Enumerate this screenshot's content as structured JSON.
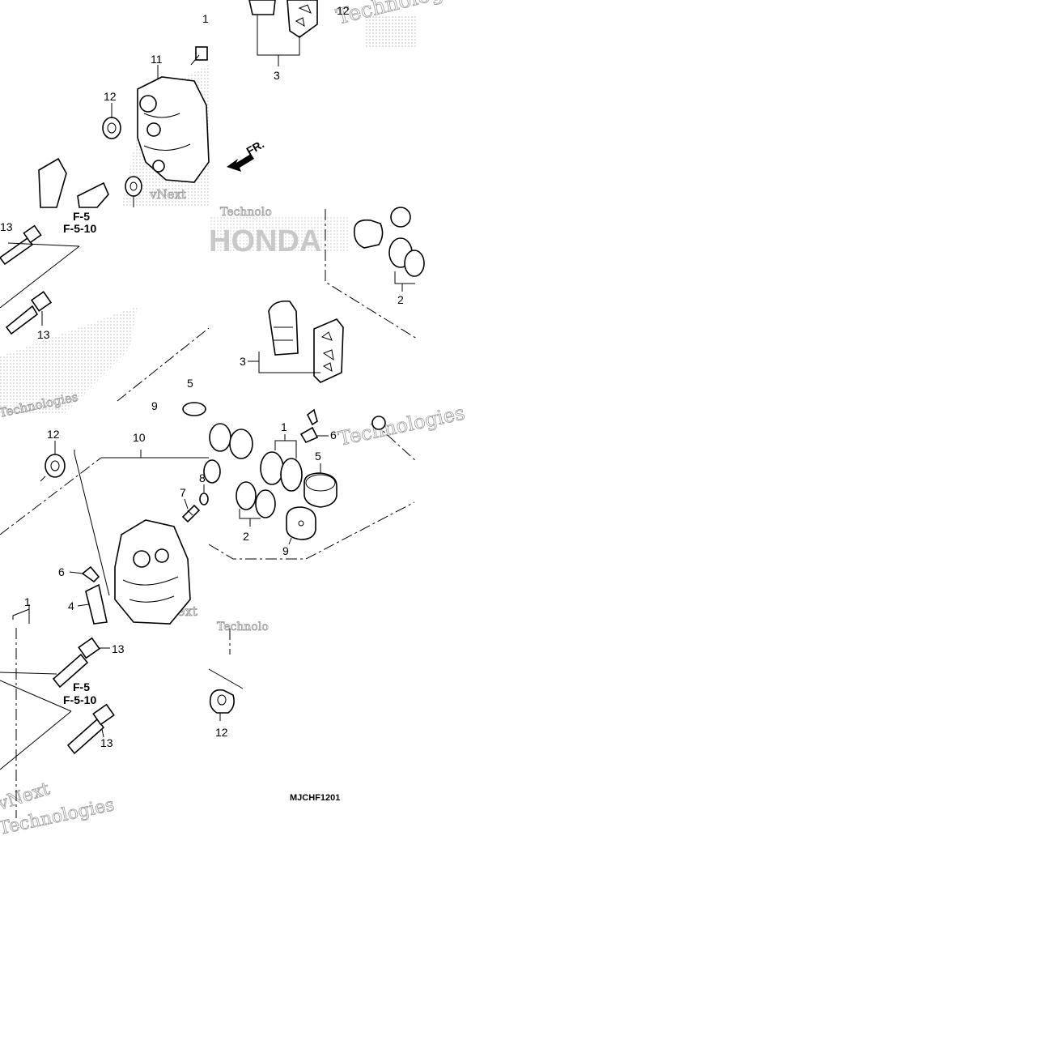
{
  "diagram": {
    "code": "MJCHF1201",
    "direction_label": "FR.",
    "reference_labels": [
      "F-5",
      "F-5-10"
    ],
    "watermark": {
      "brand": "HONDA",
      "text_1": "Technologies",
      "text_2": "vNext",
      "text_3": "Technolo"
    },
    "callouts": {
      "c1": "1",
      "c2": "2",
      "c3": "3",
      "c4": "4",
      "c5": "5",
      "c6": "6",
      "c7": "7",
      "c8": "8",
      "c9": "9",
      "c10": "10",
      "c11": "11",
      "c12": "12",
      "c13": "13"
    }
  }
}
